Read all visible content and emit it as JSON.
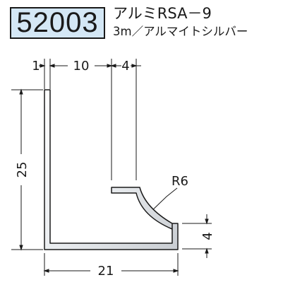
{
  "header": {
    "product_code": "52003",
    "product_name": "アルミRSA－9",
    "spec": "3m／アルマイトシルバー"
  },
  "dimensions": {
    "thickness": "1",
    "inner_width": "10",
    "lip_width": "4",
    "height": "25",
    "radius": "R6",
    "bottom_rise": "4",
    "total_width": "21"
  },
  "colors": {
    "badge_fill": "#d4e7f5",
    "profile_stroke": "#1a1a1a"
  }
}
